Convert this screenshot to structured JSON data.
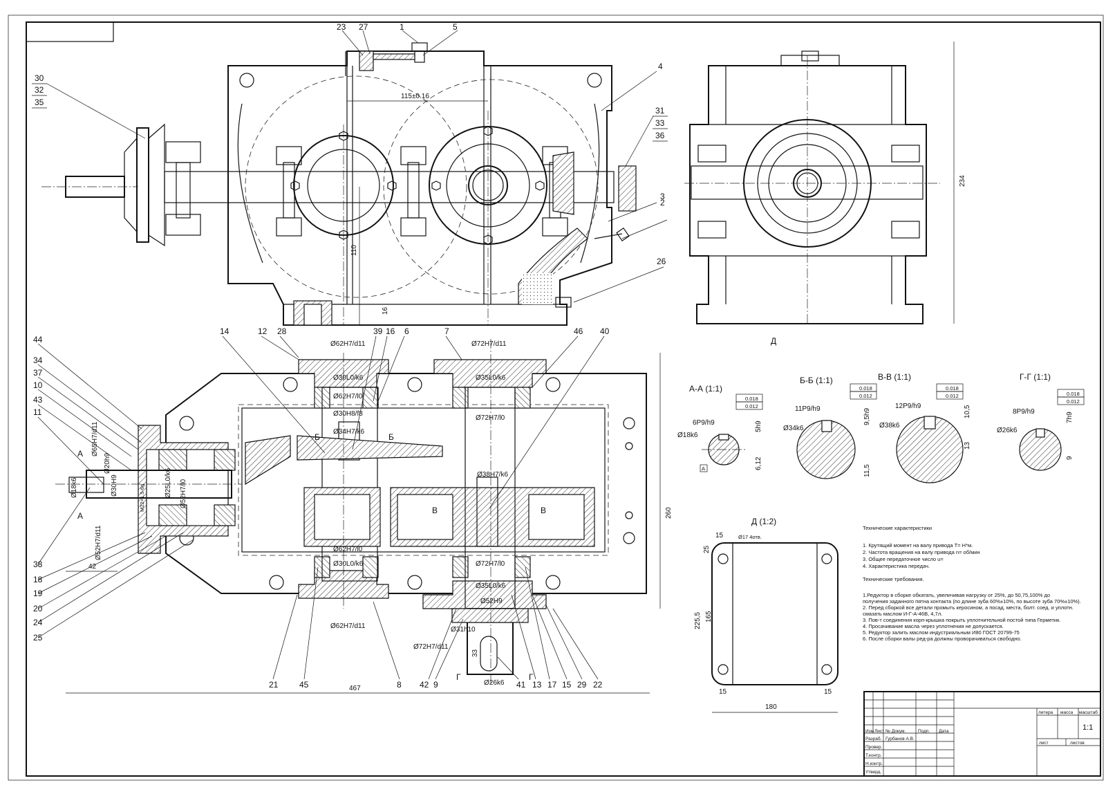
{
  "drawing": {
    "views": {
      "section_aa": "А-А (1:1)",
      "section_bb": "Б-Б (1:1)",
      "section_vv": "В-В (1:1)",
      "section_gg": "Г-Г (1:1)",
      "view_d": "Д (1:2)",
      "view_d_arrow": "Д"
    },
    "balloons": [
      "1",
      "2",
      "3",
      "4",
      "5",
      "23",
      "27",
      "30",
      "32",
      "35",
      "31",
      "33",
      "36",
      "26",
      "14",
      "12",
      "28",
      "39",
      "16",
      "6",
      "7",
      "46",
      "40",
      "44",
      "34",
      "37",
      "10",
      "43",
      "11",
      "38",
      "18",
      "19",
      "20",
      "24",
      "25",
      "21",
      "45",
      "8",
      "42",
      "9",
      "41",
      "13",
      "17",
      "15",
      "29",
      "22"
    ],
    "dimensions": {
      "d1": "115±0.16",
      "d2": "110",
      "d3": "16",
      "d4": "234",
      "d5": "260",
      "d6": "467",
      "d7": "42",
      "d8": "Ø62H7/d11",
      "d9": "Ø72H7/d11",
      "d10": "Ø30L0/k6",
      "d11": "Ø35L0/k6",
      "d12": "Ø62H7/l0",
      "d13": "Ø72H7/l0",
      "d14": "Ø30H8/f8",
      "d15": "Ø34H7/k6",
      "d16": "Ø38H7/k6",
      "d17": "Ø62H7/l0",
      "d18": "Ø30L0/k6",
      "d19": "Ø72H7/l0",
      "d20": "Ø35L0/k6",
      "d21": "Ø52H9",
      "d22": "Ø62H7/d11",
      "d23": "Ø31h10",
      "d24": "Ø72H7/d11",
      "d25": "33",
      "d26": "Ø26k6",
      "d27": "Ø65H7/d11",
      "d28": "Ø20h9",
      "d29": "Ø30H9",
      "d30": "Ø18k6",
      "d31": "M22×1.5-6g",
      "d32": "Ø25L0/k6",
      "d33": "Ø52H7/l0",
      "d34": "Ø52H7/d11",
      "aa1": "6P9/h9",
      "aa2": "Ø18k6",
      "aa3": "5h9",
      "aa4": "6,12",
      "bb1": "11P9/h9",
      "bb2": "Ø34k6",
      "bb3": "9,5h9",
      "bb4": "11,5",
      "vv1": "12P9/h9",
      "vv2": "Ø38k6",
      "vv3": "10,5",
      "vv4": "13",
      "gg1": "8P9/h9",
      "gg2": "Ø26k6",
      "gg3": "7h9",
      "gg4": "9",
      "tol1": "0.018",
      "tol2": "0.012",
      "datum": "А",
      "dv1": "15",
      "dv2": "25",
      "dv3": "225,5",
      "dv4": "165",
      "dv5": "15",
      "dv6": "180",
      "dv7": "15",
      "dv8": "Ø17 4отв."
    },
    "section_marks": {
      "a": "А",
      "b": "Б",
      "v": "В",
      "g": "Г"
    }
  },
  "notes": {
    "specs_title": "Технические характеристики",
    "specs": [
      "1. Крутящий момент на валу привода T= H*м.",
      "2. Частота вращения на валу привода n= об/мин",
      "3. Общее передаточное число u=",
      "4. Характеристика передач."
    ],
    "req_title": "Технические требования.",
    "requirements": [
      "1.Редуктор в сборке обкатать, увеличивая нагрузку от 25%, до 50,75,100% до",
      "получения заданного пятна контакта (по длине зуба 60%±10%, по высоте зуба 70%±10%).",
      "2. Перед сборкой все детали промыть керосином, а посад. места, болт. соед. и уплотн.",
      "смазать маслом И-Г-А-46В, 4,7л.",
      "3. Пов-т соединения корп-крышка покрыть уплотнительной постой типа Герметик.",
      "4. Просачивание масла через уплотнения не допускается.",
      "5. Редуктор залить маслом индустриальным И80 ГОСТ 20799-75",
      "6. После сборки валы ред-ра должны проворачиваться свободно."
    ]
  },
  "title_block": {
    "izm": "Изм",
    "list": "Лист",
    "doc": "№ Докум.",
    "sign": "Подп.",
    "date": "Дата",
    "razrab": "Разраб.",
    "author": "Гурбанов А.В.",
    "prover": "Провер.",
    "tkontr": "Т.контр.",
    "nkontr": "Н.контр.",
    "utverd": "Утверд.",
    "litera": "литера",
    "massa": "масса",
    "masshtab": "масштаб",
    "scale": "1:1",
    "sheet": "лист",
    "sheets": "листов"
  }
}
